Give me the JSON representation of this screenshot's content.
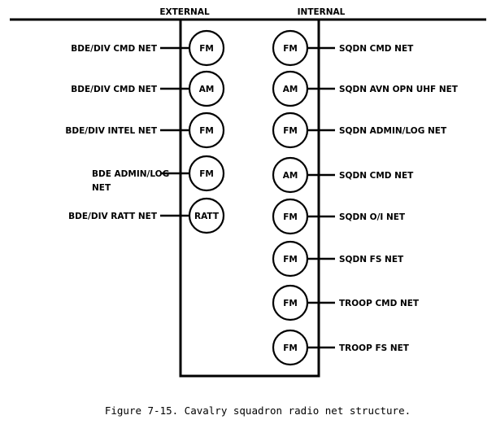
{
  "header": {
    "external": "EXTERNAL",
    "internal": "INTERNAL"
  },
  "external_nets": [
    {
      "label": [
        "BDE/DIV CMD NET"
      ],
      "radio": "FM"
    },
    {
      "label": [
        "BDE/DIV CMD NET"
      ],
      "radio": "AM"
    },
    {
      "label": [
        "BDE/DIV INTEL NET"
      ],
      "radio": "FM"
    },
    {
      "label": [
        "BDE ADMIN/LOG",
        "NET"
      ],
      "radio": "FM"
    },
    {
      "label": [
        "BDE/DIV RATT NET"
      ],
      "radio": "RATT"
    }
  ],
  "internal_nets": [
    {
      "label": "SQDN CMD NET",
      "radio": "FM"
    },
    {
      "label": "SQDN AVN OPN UHF NET",
      "radio": "AM"
    },
    {
      "label": "SQDN ADMIN/LOG NET",
      "radio": "FM"
    },
    {
      "label": "SQDN CMD NET",
      "radio": "AM"
    },
    {
      "label": "SQDN O/I NET",
      "radio": "FM"
    },
    {
      "label": "SQDN FS NET",
      "radio": "FM"
    },
    {
      "label": "TROOP CMD NET",
      "radio": "FM"
    },
    {
      "label": "TROOP FS NET",
      "radio": "FM"
    }
  ],
  "caption": "Figure 7-15. Cavalry squadron radio net structure."
}
